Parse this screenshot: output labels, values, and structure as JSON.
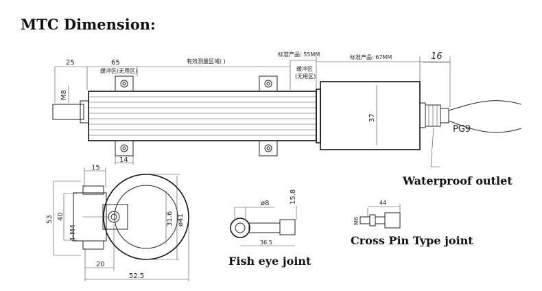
{
  "title": "MTC  Dimension:",
  "main_view": {
    "dim_left": "25",
    "dim_buffer_left": "65",
    "label_buffer_left": "缓冲区(无用区)",
    "label_effective_range": "有效测量区域(         )",
    "label_standard_55": "标准产品: 55MM",
    "label_buffer_right_1": "缓冲区",
    "label_buffer_right_2": "(无用区)",
    "label_standard_67": "标准产品: 67MM",
    "dim_16": "16",
    "dim_m8": "M8",
    "dim_37": "37",
    "dim_14": "14",
    "label_pg9": "PG9",
    "callout_waterproof": "Waterproof outlet"
  },
  "end_view": {
    "dim_15": "15",
    "dim_53": "53",
    "dim_40": "40",
    "dim_4m4": "4-M4",
    "dim_31_6": "31.6",
    "dim_phi41": "ø41",
    "dim_20": "20",
    "dim_52_5": "52.5"
  },
  "fish_eye": {
    "dim_phi8": "ø8",
    "dim_15_8": "15.8",
    "dim_36_5": "36.5",
    "caption": "Fish eye joint"
  },
  "cross_pin": {
    "dim_44": "44",
    "dim_m6": "M6",
    "caption": "Cross Pin Type joint"
  }
}
